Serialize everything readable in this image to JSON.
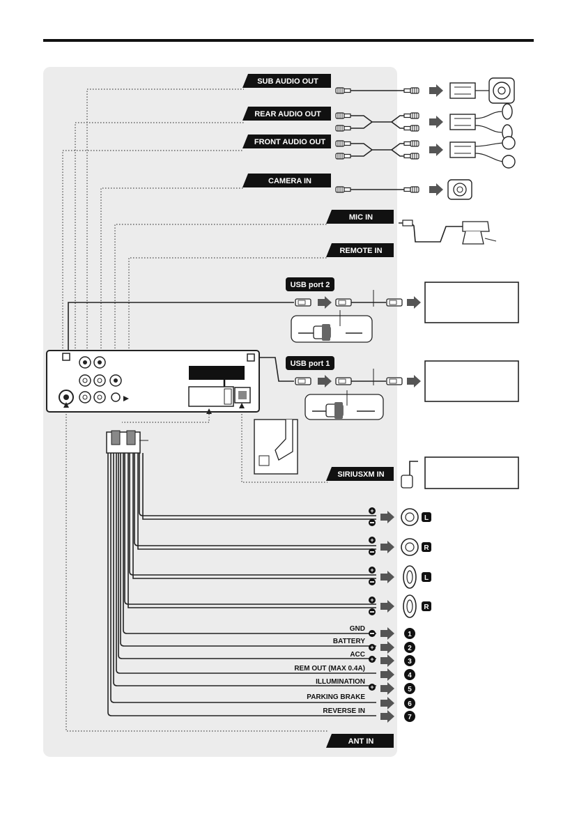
{
  "audio_outputs": {
    "sub": "SUB AUDIO OUT",
    "rear": "REAR AUDIO OUT",
    "front": "FRONT AUDIO OUT"
  },
  "inputs": {
    "camera": "CAMERA IN",
    "mic": "MIC IN",
    "remote": "REMOTE IN",
    "siriusxm": "SIRIUSXM IN",
    "antenna": "ANT IN"
  },
  "usb_ports": {
    "port2": "USB port 2",
    "port1": "USB port 1"
  },
  "speakers": [
    {
      "side": "L"
    },
    {
      "side": "R"
    },
    {
      "side": "L"
    },
    {
      "side": "R"
    }
  ],
  "leads": [
    {
      "label": "GND",
      "sign": "−",
      "number": "1"
    },
    {
      "label": "BATTERY",
      "sign": "+",
      "number": "2"
    },
    {
      "label": "ACC",
      "sign": "+",
      "number": "3"
    },
    {
      "label": "REM OUT (MAX 0.4A)",
      "sign": "",
      "number": "4"
    },
    {
      "label": "ILLUMINATION",
      "sign": "+",
      "number": "5"
    },
    {
      "label": "PARKING BRAKE",
      "sign": "",
      "number": "6"
    },
    {
      "label": "REVERSE IN",
      "sign": "",
      "number": "7"
    }
  ],
  "colors": {
    "panel": "#ececec",
    "label_bg": "#111111",
    "arrow": "#555555"
  }
}
